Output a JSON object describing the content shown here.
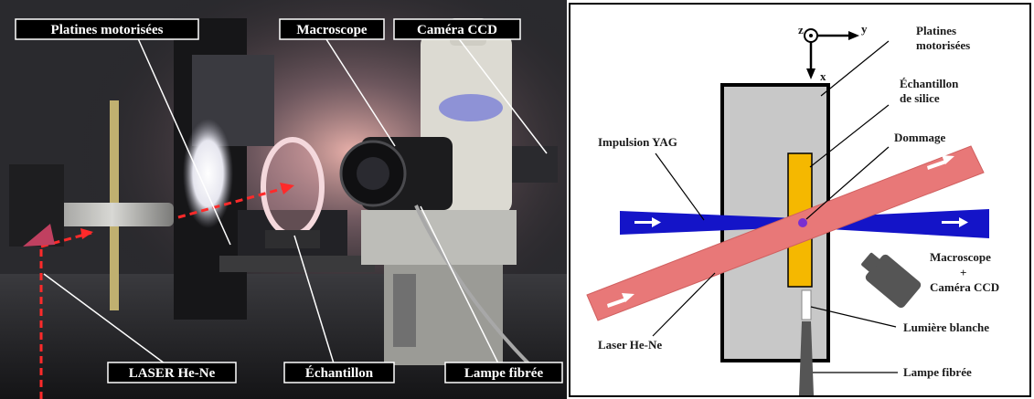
{
  "photo": {
    "labels": {
      "platines": "Platines motorisées",
      "macroscope": "Macroscope",
      "camera": "Caméra CCD",
      "laser": "LASER He-Ne",
      "echantillon": "Échantillon",
      "lampe": "Lampe fibrée"
    }
  },
  "diagram": {
    "axes": {
      "z": "z",
      "y": "y",
      "x": "x"
    },
    "labels": {
      "platines_line1": "Platines",
      "platines_line2": "motorisées",
      "echantillon_line1": "Échantillon",
      "echantillon_line2": "de silice",
      "dommage": "Dommage",
      "impulsion": "Impulsion YAG",
      "macroscope": "Macroscope",
      "plus": "+",
      "camera": "Caméra CCD",
      "laser": "Laser He-Ne",
      "lumiere": "Lumière blanche",
      "lampe": "Lampe fibrée"
    },
    "colors": {
      "yag_beam": "#1414c8",
      "laser_beam": "#e87878",
      "sample": "#f5b800",
      "stage": "#c8c8c8",
      "camera": "#555555"
    }
  }
}
